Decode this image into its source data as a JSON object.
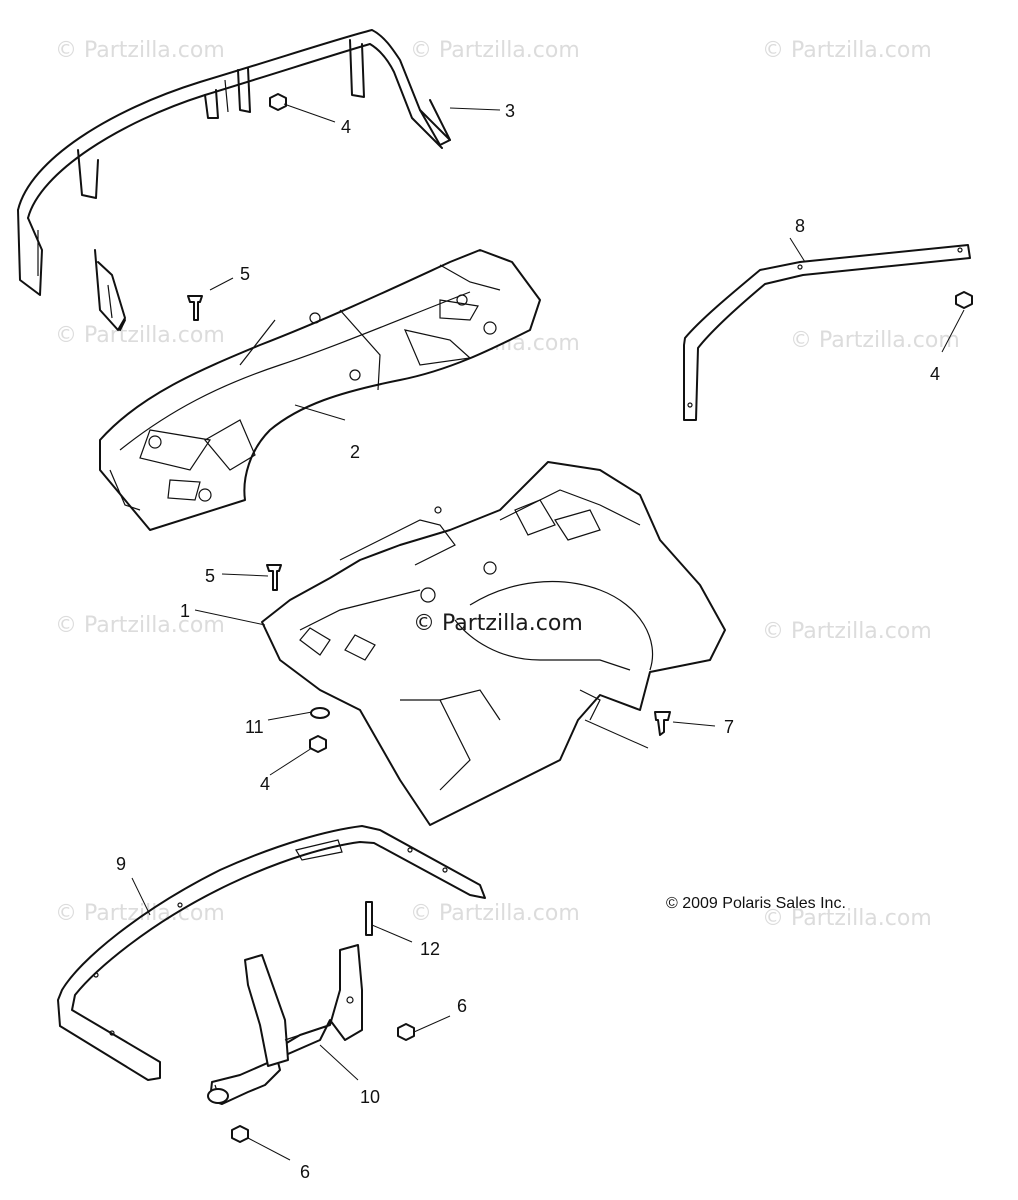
{
  "watermarks": [
    "© Partzilla.com",
    "© Partzilla.com",
    "© Partzilla.com",
    "© Partzilla.com",
    "© Partzilla.com",
    "© Partzilla.com",
    "© Partzilla.com",
    "© Partzilla.com",
    "© Partzilla.com",
    "© Partzilla.com",
    "© Partzilla.com"
  ],
  "center_watermark": "© Partzilla.com",
  "copyright": "© 2009 Polaris Sales Inc.",
  "callouts": [
    "3",
    "4",
    "5",
    "2",
    "8",
    "4",
    "5",
    "1",
    "7",
    "11",
    "4",
    "9",
    "12",
    "6",
    "10",
    "6"
  ]
}
